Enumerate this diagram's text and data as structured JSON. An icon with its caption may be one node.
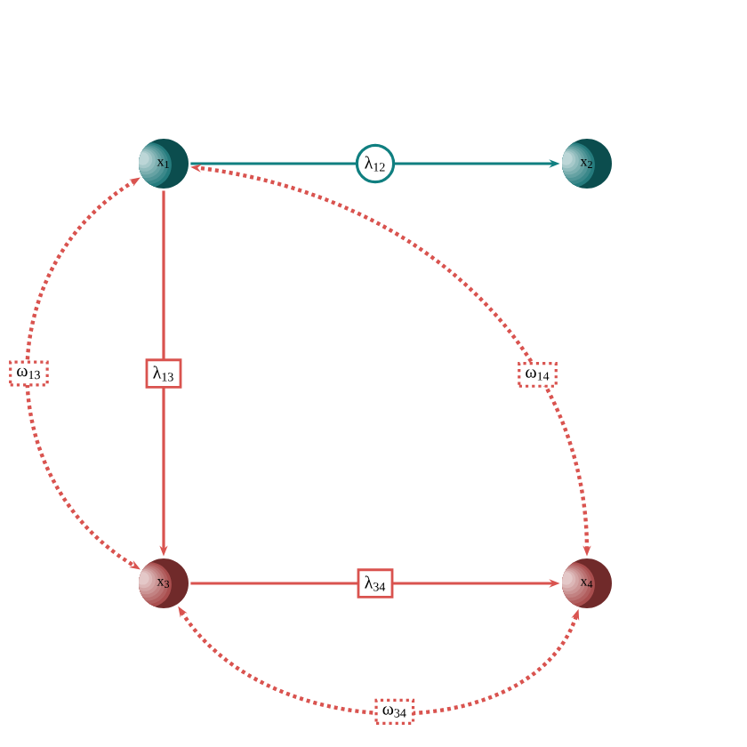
{
  "diagram": {
    "nodes": [
      {
        "text": [
          "x$_{1}$"
        ]
      },
      {
        "text": [
          "x$_{2}$"
        ]
      },
      {
        "text": [
          "x$_{3}$"
        ]
      },
      {
        "text": [
          "x$_{4}$"
        ]
      }
    ],
    "edges": [
      {
        "from": 0,
        "to": 1,
        "arrow": "to",
        "label": "λ$_{12}$",
        "color": "#107f80"
      },
      {
        "from": 0,
        "to": 2,
        "arrow": "to",
        "label": "λ$_{13}$"
      },
      {
        "from": 2,
        "to": 3,
        "arrow": "to",
        "label": "λ$_{34}$"
      },
      {
        "from": 0,
        "to": 2,
        "arrow": "both",
        "label": "ω$_{13}$",
        "style": "dashed"
      },
      {
        "from": 3,
        "to": 0,
        "arrow": "both",
        "label": "ω$_{14}$",
        "style": "dashed"
      },
      {
        "from": 2,
        "to": 3,
        "arrow": "both",
        "label": "ω$_{34}$",
        "style": "dashed"
      }
    ]
  }
}
